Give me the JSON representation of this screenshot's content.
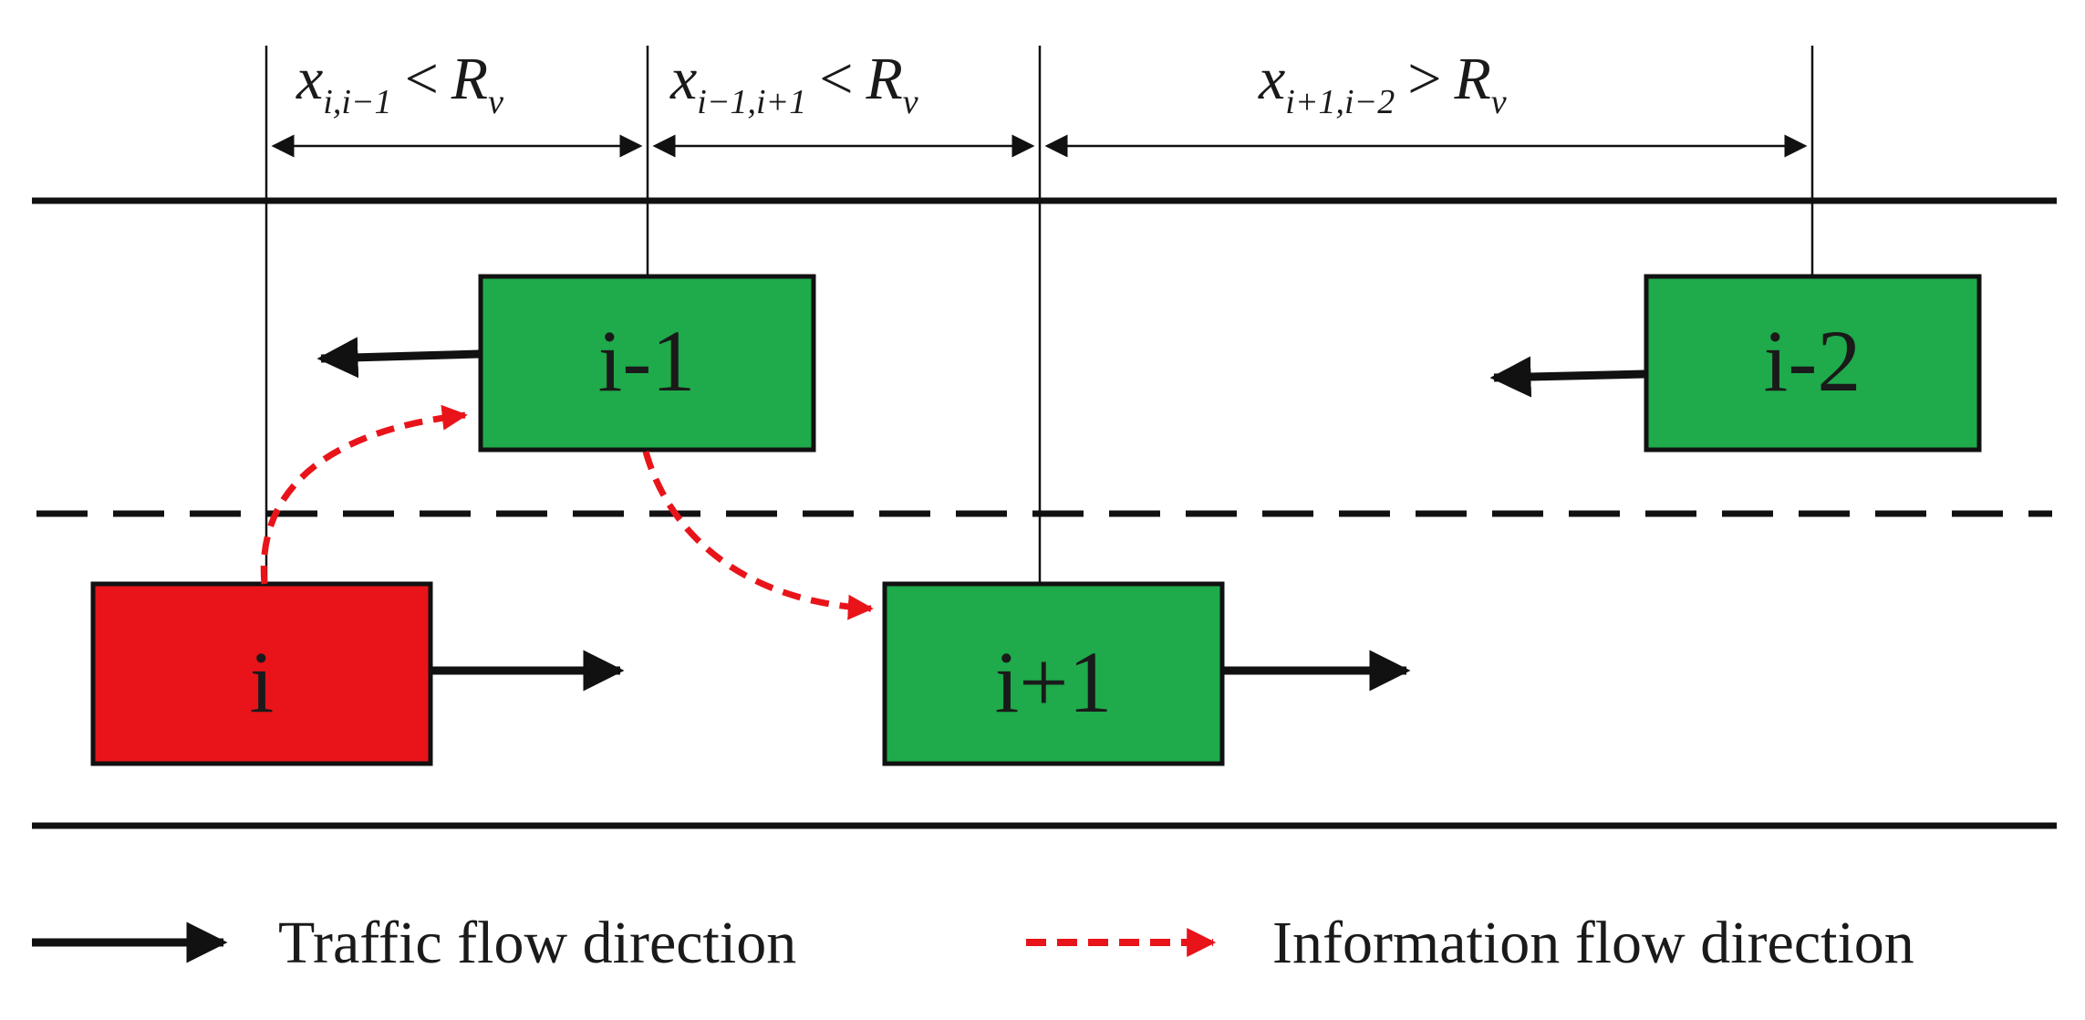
{
  "colors": {
    "host_vehicle": "#e8141a",
    "other_vehicle": "#1faa4b",
    "vehicle_border": "#111111",
    "traffic_arrow": "#111111",
    "info_arrow": "#e8141a",
    "road_line": "#111111"
  },
  "vehicles": [
    {
      "id": "i",
      "label": "i",
      "role": "host",
      "lane": "lower"
    },
    {
      "id": "i-1",
      "label": "i-1",
      "role": "other",
      "lane": "upper"
    },
    {
      "id": "i-2",
      "label": "i-2",
      "role": "other",
      "lane": "upper"
    },
    {
      "id": "i+1",
      "label": "i+1",
      "role": "other",
      "lane": "lower"
    }
  ],
  "distances": [
    {
      "var": "x",
      "sub": "i,i−1",
      "op": "<",
      "range": "R",
      "range_sub": "v"
    },
    {
      "var": "x",
      "sub": "i−1,i+1",
      "op": "<",
      "range": "R",
      "range_sub": "v"
    },
    {
      "var": "x",
      "sub": "i+1,i−2",
      "op": ">",
      "range": "R",
      "range_sub": "v"
    }
  ],
  "legend": {
    "traffic": "Traffic flow direction",
    "information": "Information flow direction"
  }
}
